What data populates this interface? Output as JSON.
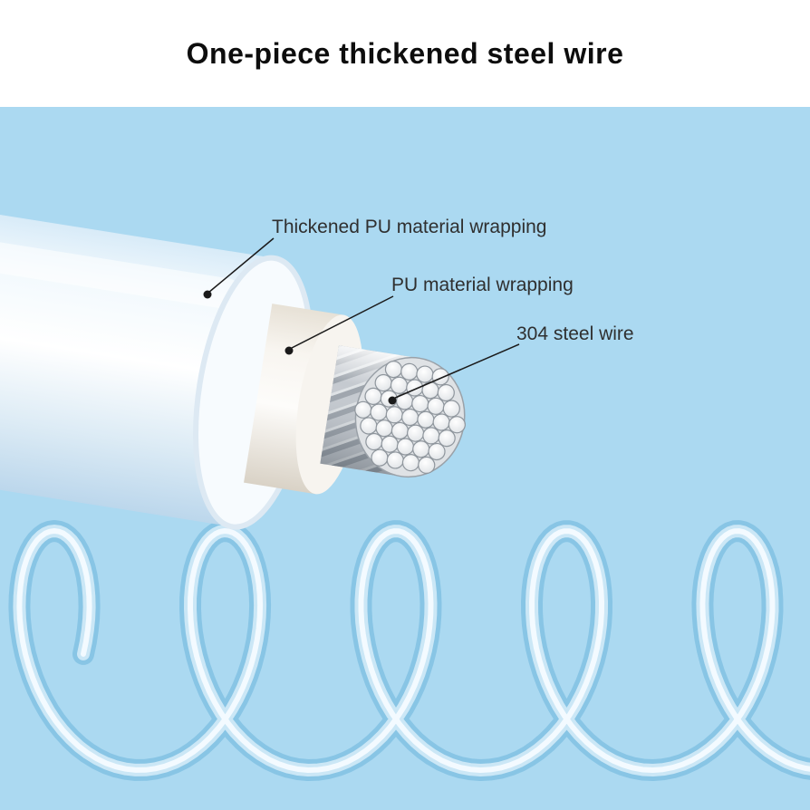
{
  "title": "One-piece thickened steel wire",
  "labels": {
    "outer": "Thickened PU material wrapping",
    "inner": "PU material wrapping",
    "core": "304 steel wire"
  },
  "colors": {
    "background_blue": "#abd9f1",
    "header_background": "#ffffff",
    "title_text": "#0d0d0d",
    "label_text": "#2f2f2f",
    "leader_line": "#1a1a1a",
    "coil_blue": "#7fbfe2",
    "jacket_white": "#f7fbfe",
    "pu_cream": "#f7f4ef",
    "steel_gray": "#b9c0c7"
  }
}
